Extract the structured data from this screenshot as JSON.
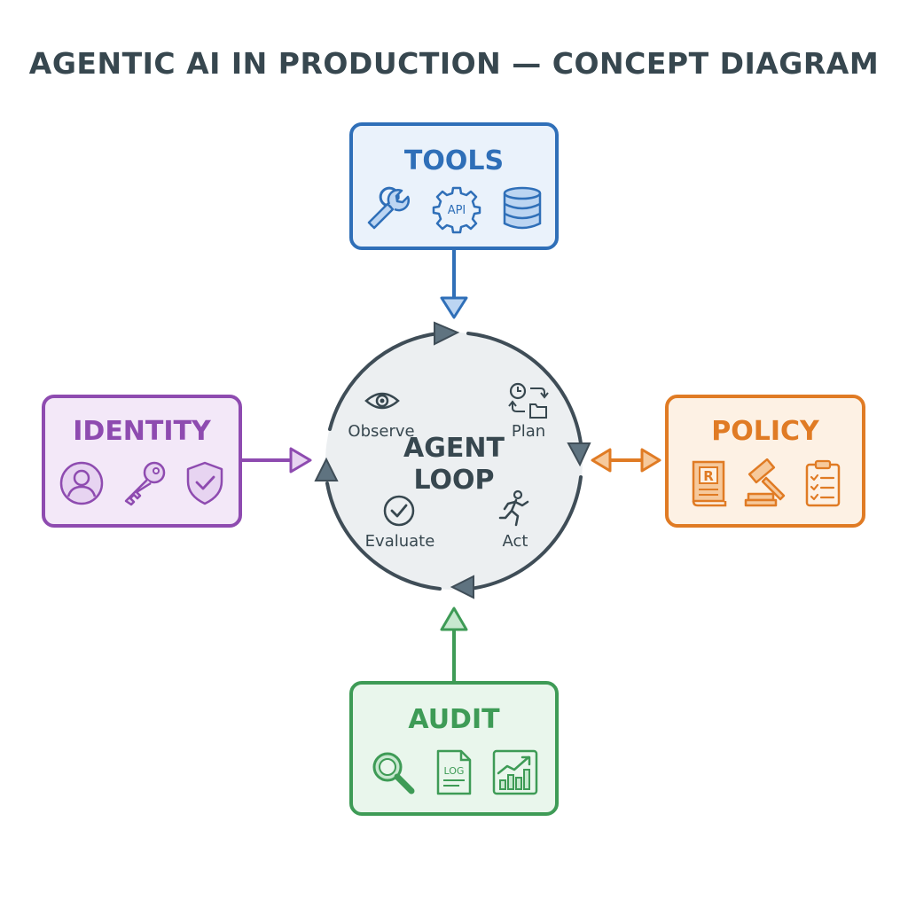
{
  "title": "AGENTIC AI IN PRODUCTION — CONCEPT DIAGRAM",
  "center": {
    "title_line1": "AGENT",
    "title_line2": "LOOP",
    "steps": {
      "observe": "Observe",
      "plan": "Plan",
      "act": "Act",
      "evaluate": "Evaluate"
    }
  },
  "boxes": {
    "tools": {
      "title": "TOOLS",
      "api_text": "API",
      "color": "#2f6fb8",
      "fill": "#eaf2fb",
      "icons": [
        "wrench-icon",
        "api-gear-icon",
        "database-icon"
      ]
    },
    "identity": {
      "title": "IDENTITY",
      "color": "#8e4bb0",
      "fill": "#f3e8f8",
      "icons": [
        "user-icon",
        "key-icon",
        "shield-check-icon"
      ]
    },
    "policy": {
      "title": "POLICY",
      "book_text": "R",
      "color": "#e07b24",
      "fill": "#fdf1e4",
      "icons": [
        "rule-book-icon",
        "gavel-icon",
        "checklist-icon"
      ]
    },
    "audit": {
      "title": "AUDIT",
      "log_text": "LOG",
      "color": "#3e9b56",
      "fill": "#e9f6ec",
      "icons": [
        "magnifier-icon",
        "log-document-icon",
        "chart-up-icon"
      ]
    }
  }
}
